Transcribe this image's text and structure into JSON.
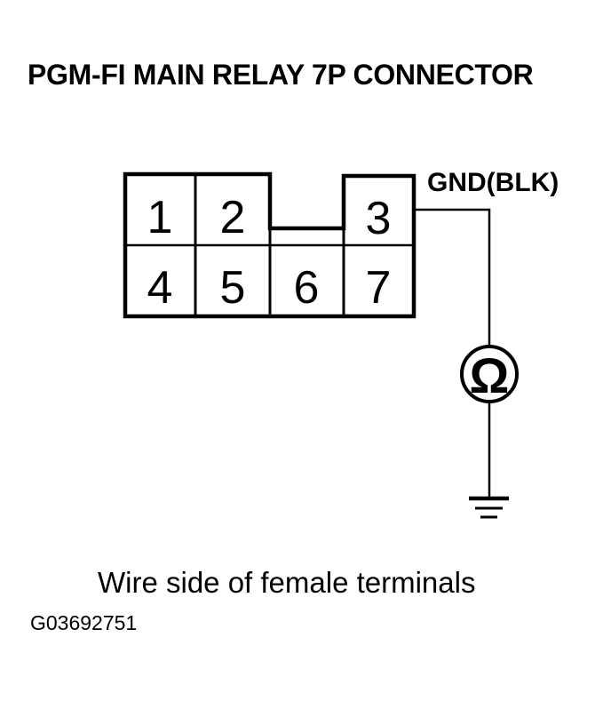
{
  "title": "PGM-FI MAIN RELAY 7P CONNECTOR",
  "connector": {
    "pins": [
      "1",
      "2",
      "3",
      "4",
      "5",
      "6",
      "7"
    ]
  },
  "wire": {
    "label": "GND(BLK)"
  },
  "meter": {
    "symbol": "Ω"
  },
  "caption": "Wire side of female terminals",
  "figure_id": "G03692751",
  "colors": {
    "ink": "#000000",
    "background": "#ffffff"
  }
}
